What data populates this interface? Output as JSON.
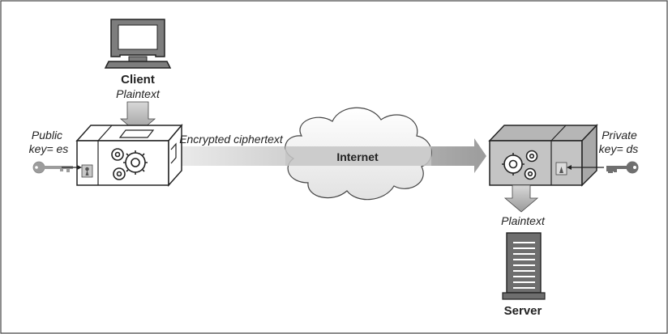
{
  "client": {
    "title": "Client",
    "subtitle": "Plaintext"
  },
  "public_key": {
    "line1": "Public",
    "line2": "key= es"
  },
  "encrypted_label": "Encrypted ciphertext",
  "internet_label": "Internet",
  "private_key": {
    "line1": "Private",
    "line2": "key= ds"
  },
  "server_plaintext": "Plaintext",
  "server_label": "Server",
  "icons": [
    "monitor-icon",
    "key-icon",
    "gear-icon",
    "cloud-icon",
    "server-icon",
    "lock-icon"
  ],
  "colors": {
    "line": "#222222",
    "arrow_gray": "#9a9a9a",
    "box_gray": "#c4c4c4",
    "key_gray": "#9c9c9c"
  }
}
